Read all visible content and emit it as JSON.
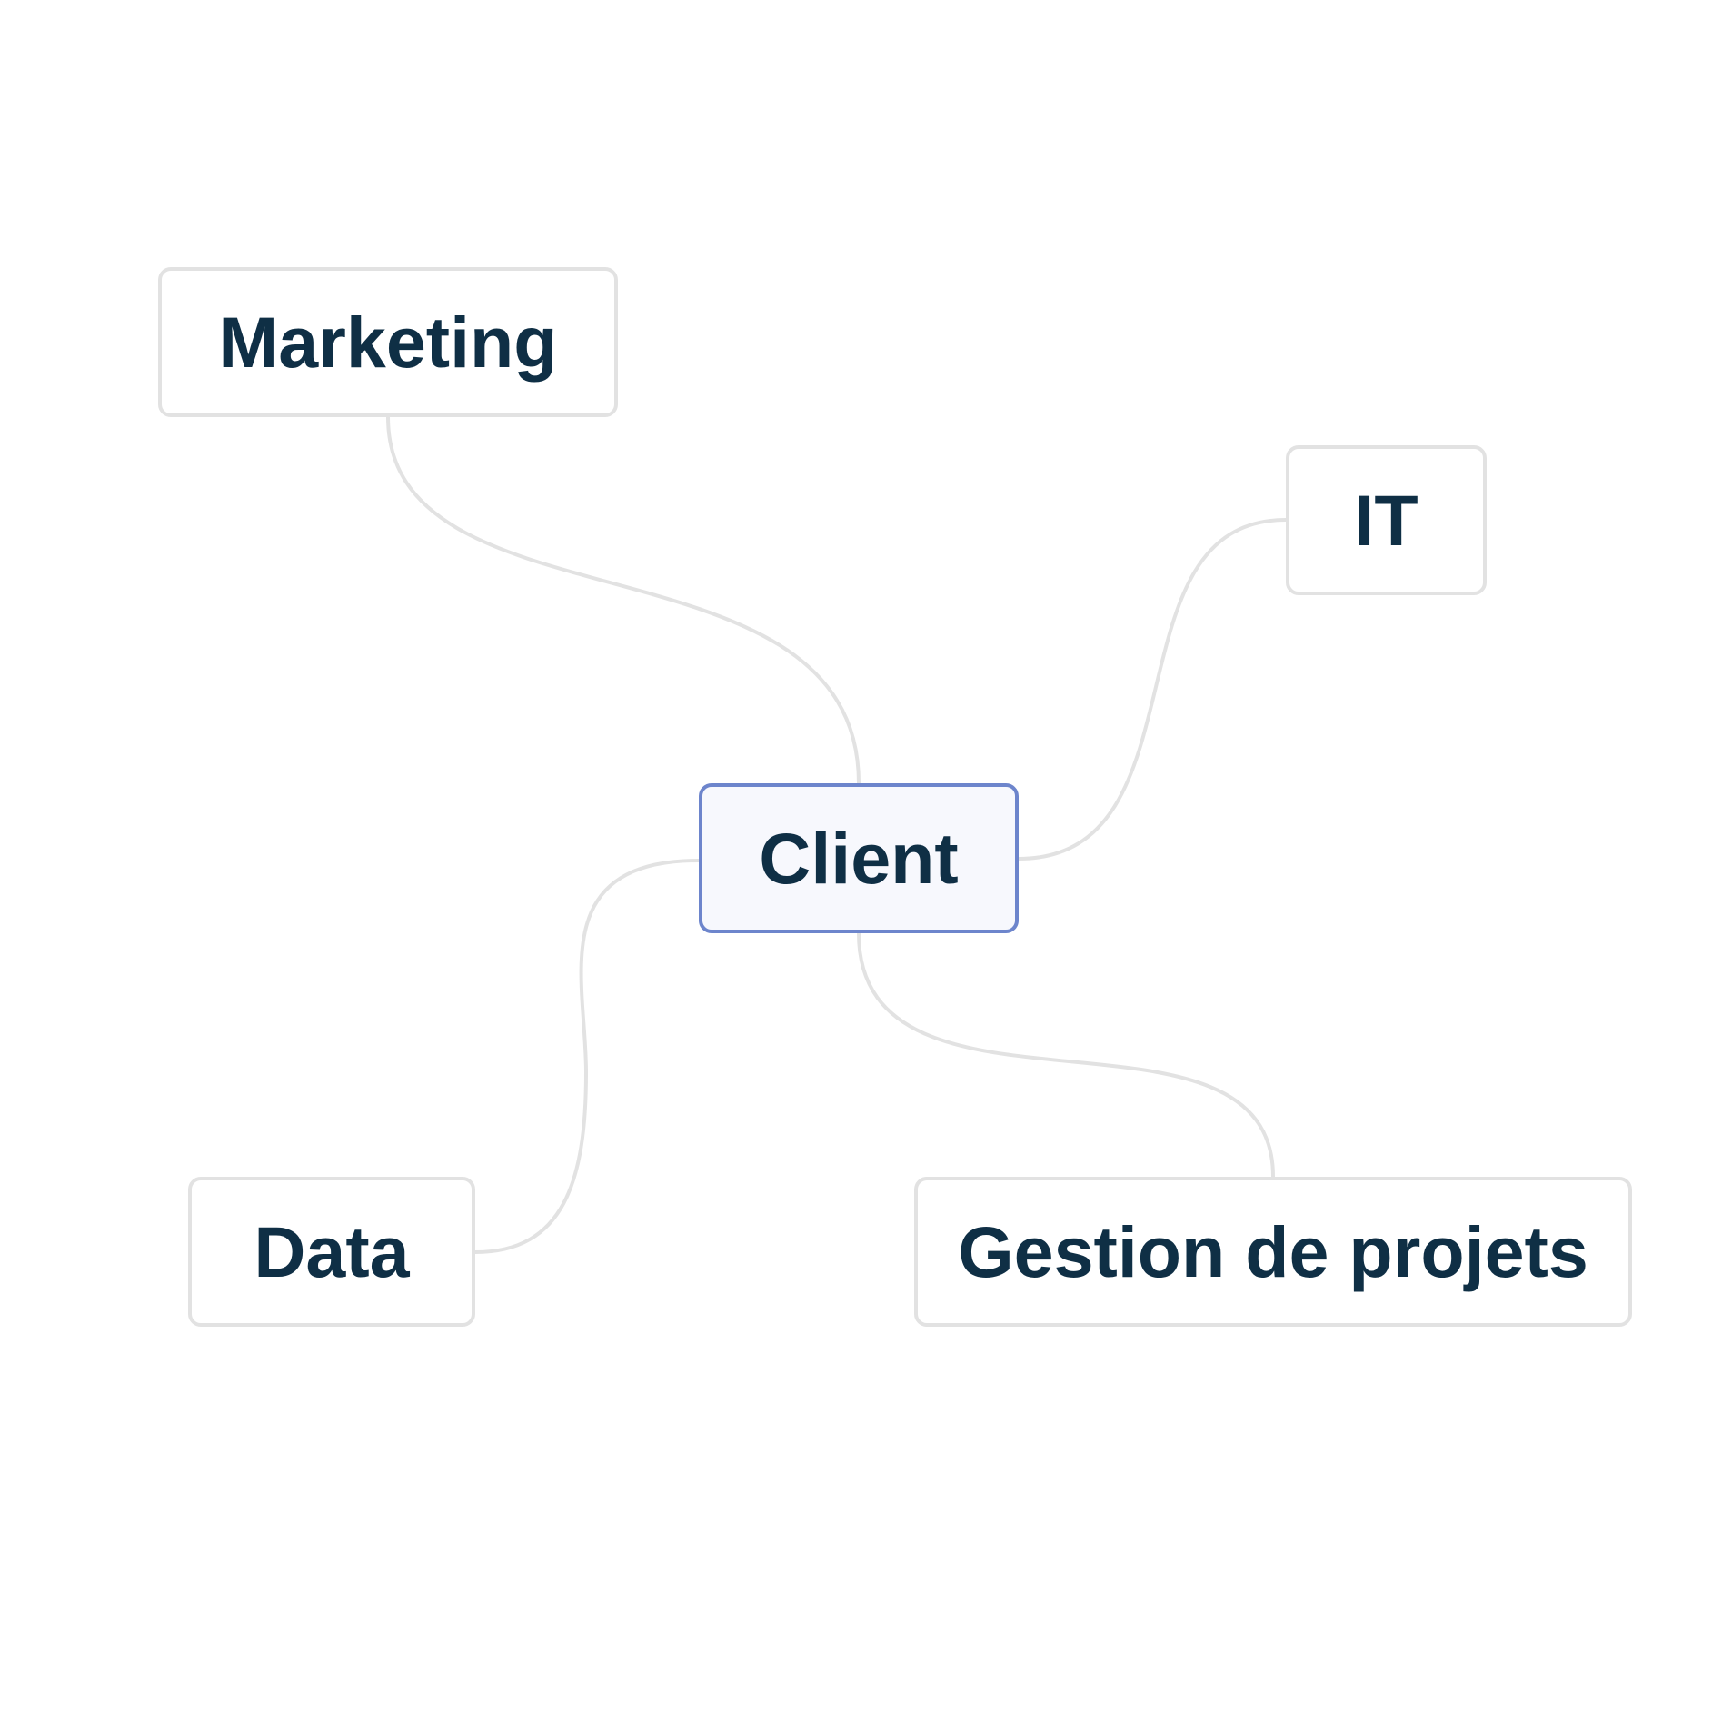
{
  "diagram": {
    "type": "mind-map",
    "colors": {
      "background": "#ffffff",
      "text": "#0f2f45",
      "node_border": "#e2e2e2",
      "central_border": "#6d85cc",
      "central_fill": "#f7f8fd",
      "connector": "#e2e2e2"
    },
    "central": {
      "label": "Client"
    },
    "branches": [
      {
        "label": "Marketing"
      },
      {
        "label": "IT"
      },
      {
        "label": "Data"
      },
      {
        "label": "Gestion de projets"
      }
    ]
  }
}
